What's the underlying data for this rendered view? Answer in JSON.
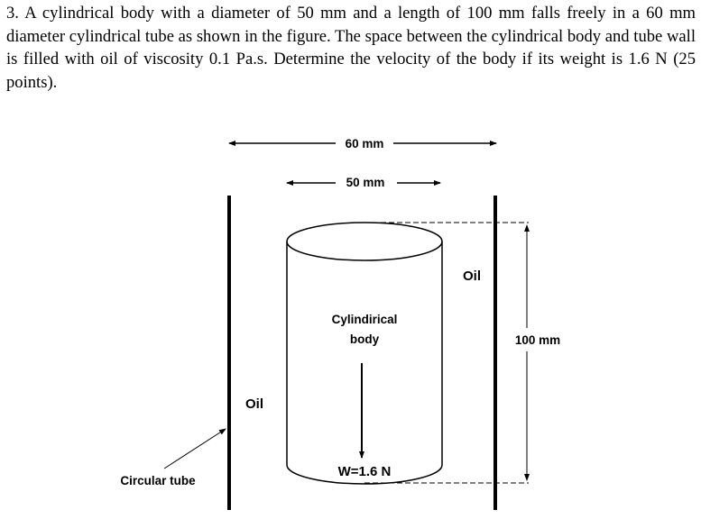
{
  "problem": {
    "text": "3. A cylindrical body with a diameter of 50 mm and a length of 100 mm falls freely in a 60 mm diameter cylindrical tube as shown in the figure. The space between the cylindrical body and tube wall is filled with oil of viscosity 0.1 Pa.s. Determine the velocity of the body if its weight is 1.6 N (25 points)."
  },
  "figure": {
    "tube_diameter_label": "60 mm",
    "body_diameter_label": "50 mm",
    "length_label": "100 mm",
    "oil_label_right": "Oil",
    "oil_label_left": "Oil",
    "body_label_line1": "Cylindirical",
    "body_label_line2": "body",
    "weight_label": "W=1.6 N",
    "tube_label": "Circular tube"
  }
}
